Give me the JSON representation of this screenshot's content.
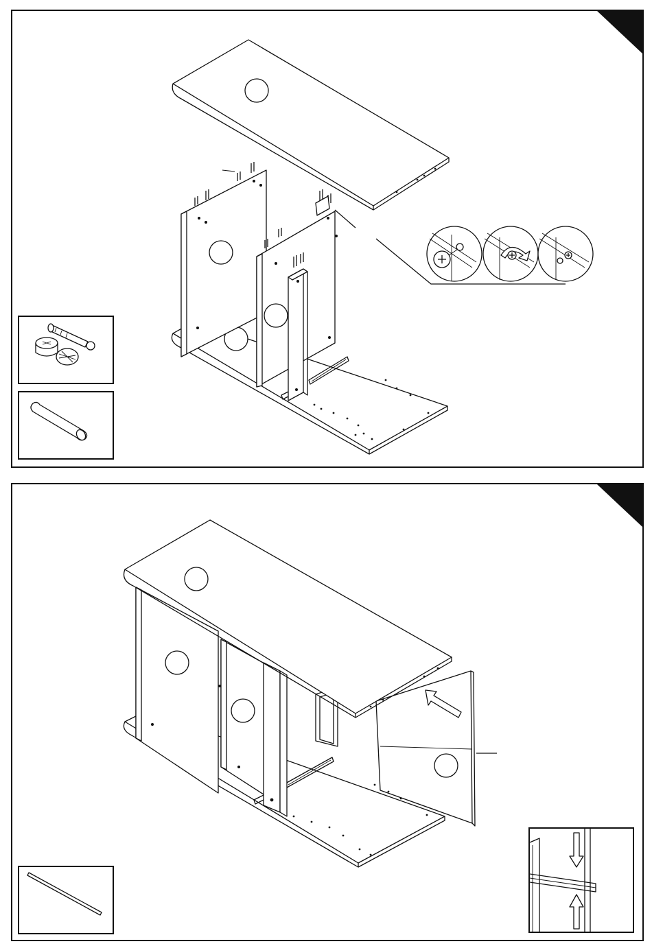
{
  "document": {
    "type": "assembly-instructions",
    "steps": [
      {
        "id": "step-1",
        "parts_shown": [
          "cam-lock-fitting",
          "wooden-dowel"
        ],
        "detail": "cam-lock-tightening-sequence"
      },
      {
        "id": "step-2",
        "parts_shown": [
          "connector-rod"
        ],
        "detail": "back-panel-groove-insertion"
      }
    ],
    "colors": {
      "line": "#111111",
      "background": "#ffffff",
      "corner_tab": "#111111"
    }
  }
}
